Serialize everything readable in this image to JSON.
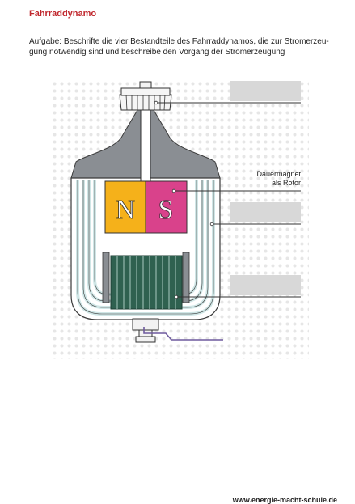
{
  "title": "Fahrraddynamo",
  "task": {
    "line1": "Aufgabe: Beschrifte die vier Bestandteile des Fahrraddynamos, die zur Stromerzeu-",
    "line2": "gung notwendig sind und beschreibe den Vorgang der Stromerzeugung"
  },
  "diagram": {
    "magnet_poles": {
      "north": "N",
      "south": "S"
    },
    "labels": {
      "given_line1": "Dauermagnet",
      "given_line2": "als Rotor"
    },
    "colors": {
      "north_pole": "#f5b11a",
      "south_pole": "#d9428b",
      "housing": "#8a8e93",
      "coil": "#2f6150",
      "field_lines": "#cfe6e6",
      "wire": "#6e5a9e",
      "answer_box": "#d8d8d8"
    }
  },
  "footer": "www.energie-macht-schule.de"
}
